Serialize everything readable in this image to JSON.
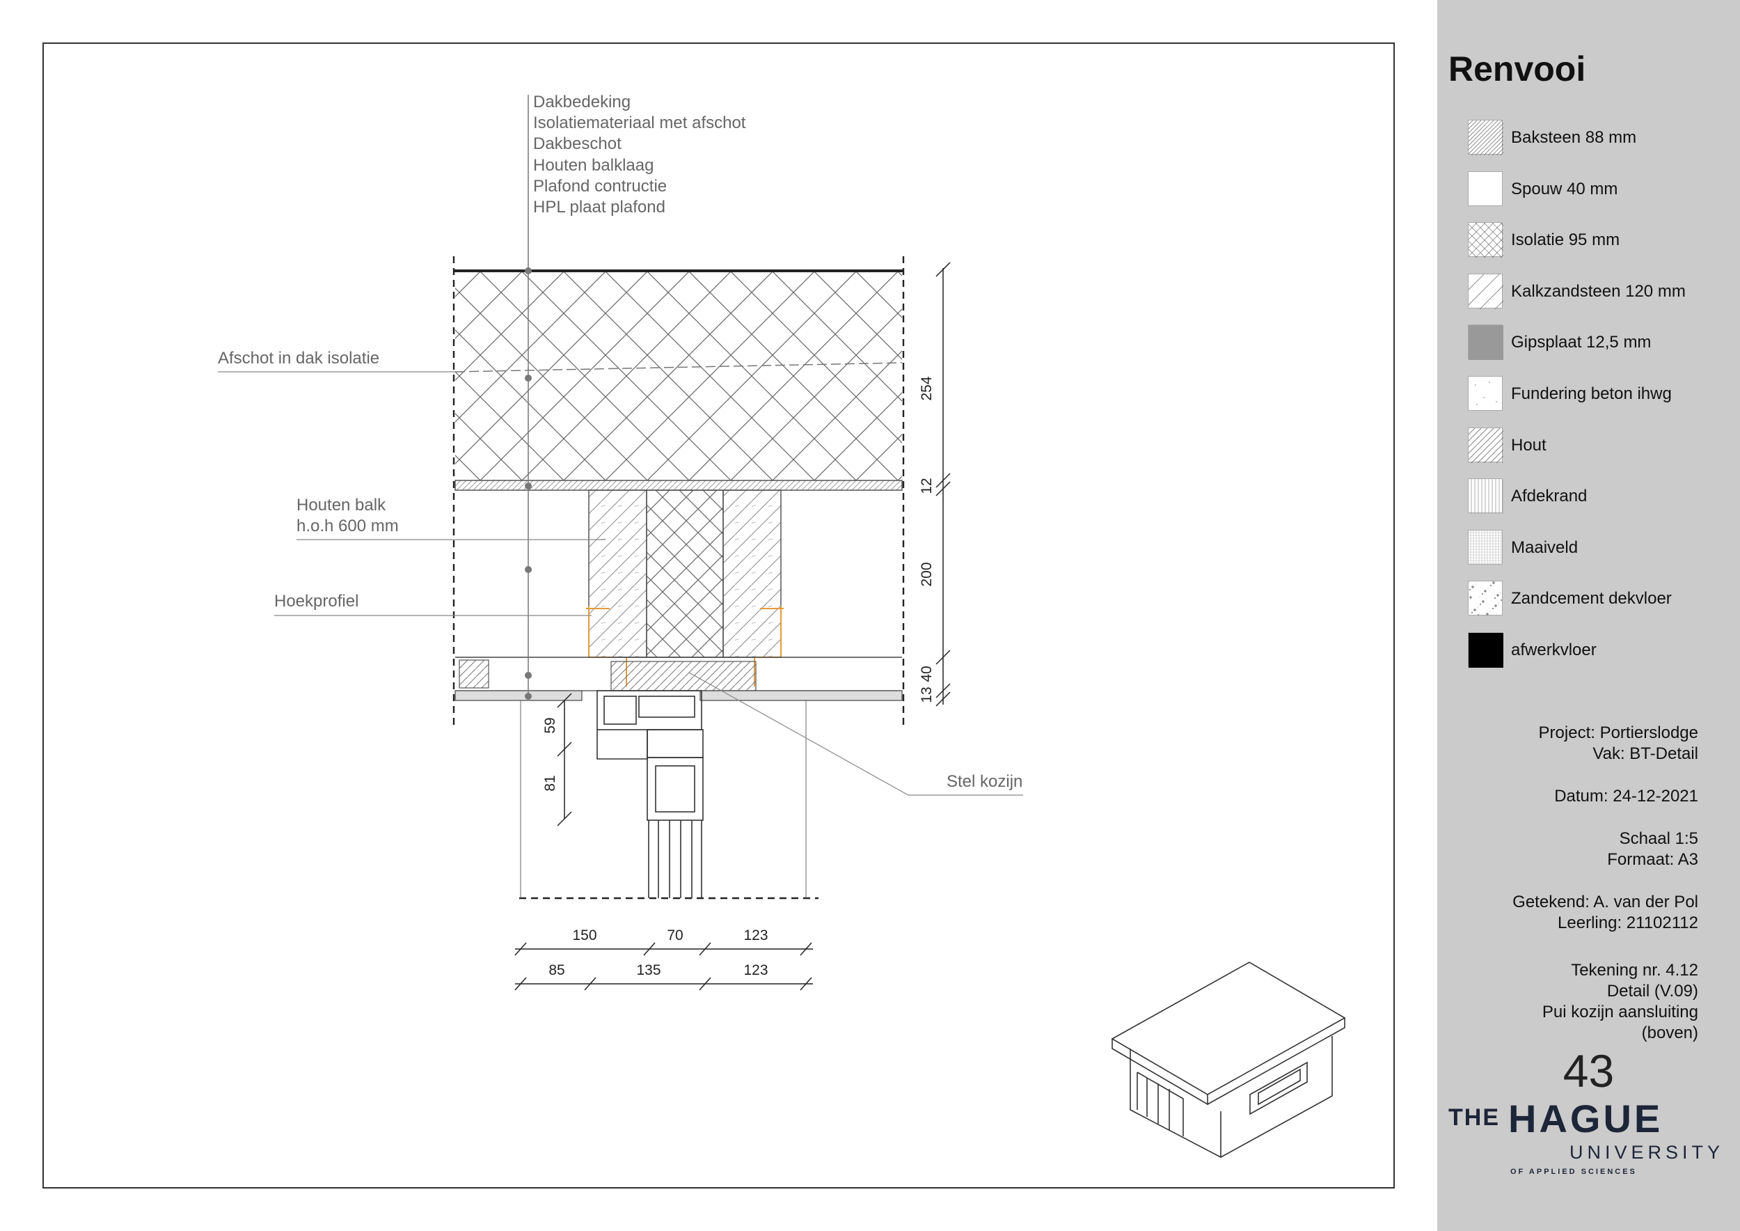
{
  "drawing": {
    "roof_layers": [
      "Dakbedeking",
      "Isolatiemateriaal met afschot",
      "Dakbeschot",
      "Houten balklaag",
      "Plafond contructie",
      "HPL plaat plafond"
    ],
    "callouts": {
      "afschot": "Afschot in dak isolatie",
      "balk_line1": "Houten balk",
      "balk_line2": "h.o.h 600 mm",
      "hoekprofiel": "Hoekprofiel",
      "stel_kozijn": "Stel kozijn"
    },
    "dimensions": {
      "vertical_right": [
        "254",
        "12",
        "200",
        "13",
        "40"
      ],
      "vertical_left": [
        "59",
        "81"
      ],
      "bottom_row1": [
        "150",
        "70",
        "123"
      ],
      "bottom_row2": [
        "85",
        "135",
        "123"
      ]
    }
  },
  "sidebar": {
    "title": "Renvooi",
    "legend": [
      {
        "label": "Baksteen 88 mm",
        "pattern": "hatch-diagonal-dense"
      },
      {
        "label": "Spouw 40 mm",
        "pattern": "blank"
      },
      {
        "label": "Isolatie 95 mm",
        "pattern": "crosshatch"
      },
      {
        "label": "Kalkzandsteen 120 mm",
        "pattern": "hatch-diagonal-sparse"
      },
      {
        "label": "Gipsplaat 12,5 mm",
        "pattern": "solid-grey",
        "color": "#999999"
      },
      {
        "label": "Fundering beton ihwg",
        "pattern": "dots-sparse"
      },
      {
        "label": "Hout",
        "pattern": "wood-grain"
      },
      {
        "label": "Afdekrand",
        "pattern": "vertical-lines"
      },
      {
        "label": "Maaiveld",
        "pattern": "fine-grid"
      },
      {
        "label": "Zandcement dekvloer",
        "pattern": "speckle"
      },
      {
        "label": "afwerkvloer",
        "pattern": "solid-black",
        "color": "#000000"
      }
    ],
    "project": "Project: Portierslodge",
    "vak": "Vak: BT-Detail",
    "datum": "Datum: 24-12-2021",
    "schaal": "Schaal 1:5",
    "formaat": "Formaat: A3",
    "getekend": "Getekend: A. van der Pol",
    "leerling": "Leerling: 21102112",
    "tekening_nr": "Tekening nr. 4.12",
    "detail": "Detail (V.09)",
    "omschrijving": "Pui kozijn aansluiting",
    "positie": "(boven)",
    "sheet_number": "43",
    "logo": {
      "the": "THE",
      "hague": "HAGUE",
      "university": "UNIVERSITY",
      "applied": "OF APPLIED SCIENCES"
    }
  },
  "colors": {
    "sidebar_bg": "#cbcbcb",
    "line": "#333333",
    "leader": "#888888",
    "accent_profile": "#e39a3b",
    "logo": "#1d2638"
  }
}
